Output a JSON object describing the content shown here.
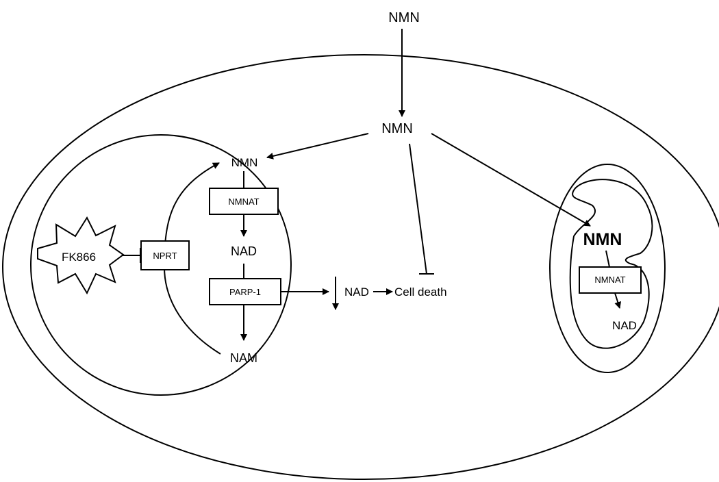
{
  "labels": {
    "nmn_extracellular": "NMN",
    "nmn_cytoplasm": "NMN",
    "nmn_nucleus": "NMN",
    "nmnat_nucleus": "NMNAT",
    "nad_nucleus": "NAD",
    "parp1": "PARP-1",
    "nam": "NAM",
    "nprt": "NPRT",
    "fk866": "FK866",
    "nad_decrease": "NAD",
    "cell_death": "Cell death",
    "nmn_mitochondria": "NMN",
    "nmnat_mitochondria": "NMNAT",
    "nad_mitochondria": "NAD"
  }
}
